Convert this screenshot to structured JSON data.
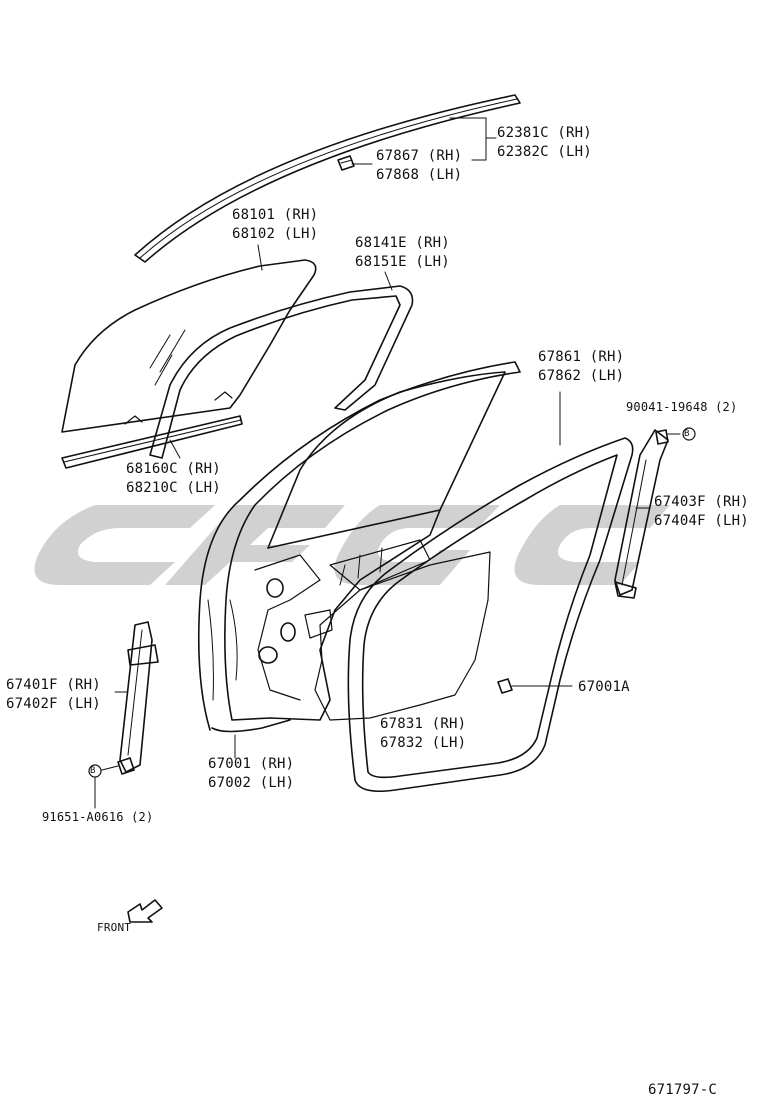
{
  "labels": {
    "p62381": "62381C (RH)",
    "p62382": "62382C (LH)",
    "p67867": "67867 (RH)",
    "p67868": "67868 (LH)",
    "p68101": "68101 (RH)",
    "p68102": "68102 (LH)",
    "p68141": "68141E (RH)",
    "p68151": "68151E (LH)",
    "p67861": "67861 (RH)",
    "p67862": "67862 (LH)",
    "p90041": "90041-19648 (2)",
    "p68160": "68160C (RH)",
    "p68210": "68210C (LH)",
    "p67403": "67403F (RH)",
    "p67404": "67404F (LH)",
    "p67401": "67401F (RH)",
    "p67402": "67402F (LH)",
    "p67001A": "67001A",
    "p67831": "67831 (RH)",
    "p67832": "67832 (LH)",
    "p67001": "67001 (RH)",
    "p67002": "67002 (LH)",
    "p91651": "91651-A0616 (2)",
    "front": "FRONT",
    "bolt_marker": "B",
    "drawing_number": "671797-C"
  },
  "colors": {
    "line": "#111111",
    "watermark": "#c8c8c8"
  }
}
